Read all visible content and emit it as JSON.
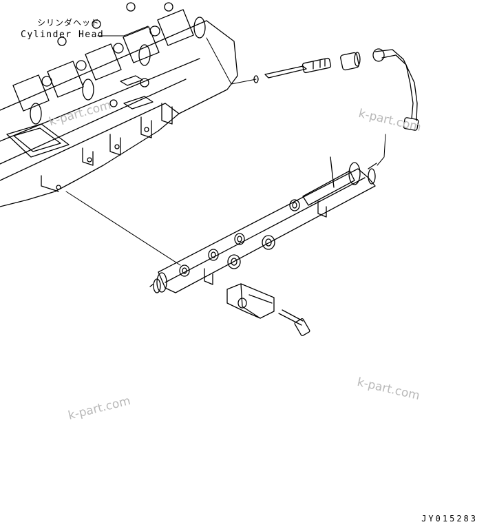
{
  "callouts": {
    "cylinder_head_jp": "シリンダヘッド",
    "cylinder_head_en": "Cylinder Head"
  },
  "watermarks": [
    "k-part.com",
    "k-part.com",
    "k-part.com",
    "k-part.com"
  ],
  "drawing_code": "JY015283",
  "colors": {
    "line": "#000000",
    "paper": "#ffffff",
    "watermark": "#b8b8b8"
  }
}
